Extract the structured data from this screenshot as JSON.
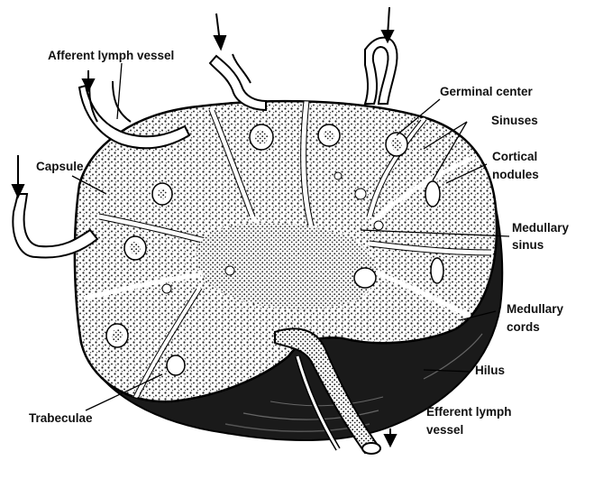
{
  "labels": {
    "afferent_lymph_vessel": "Afferent lymph vessel",
    "capsule": "Capsule",
    "germinal_center": "Germinal center",
    "sinuses": "Sinuses",
    "cortical_nodules_line1": "Cortical",
    "cortical_nodules_line2": "nodules",
    "medullary_sinus_line1": "Medullary",
    "medullary_sinus_line2": "sinus",
    "medullary_cords_line1": "Medullary",
    "medullary_cords_line2": "cords",
    "hilus": "Hilus",
    "trabeculae": "Trabeculae",
    "efferent_lymph_vessel_line1": "Efferent lymph",
    "efferent_lymph_vessel_line2": "vessel"
  },
  "colors": {
    "ink": "#111111",
    "stipple": "#2a2a2a",
    "background": "#ffffff"
  }
}
